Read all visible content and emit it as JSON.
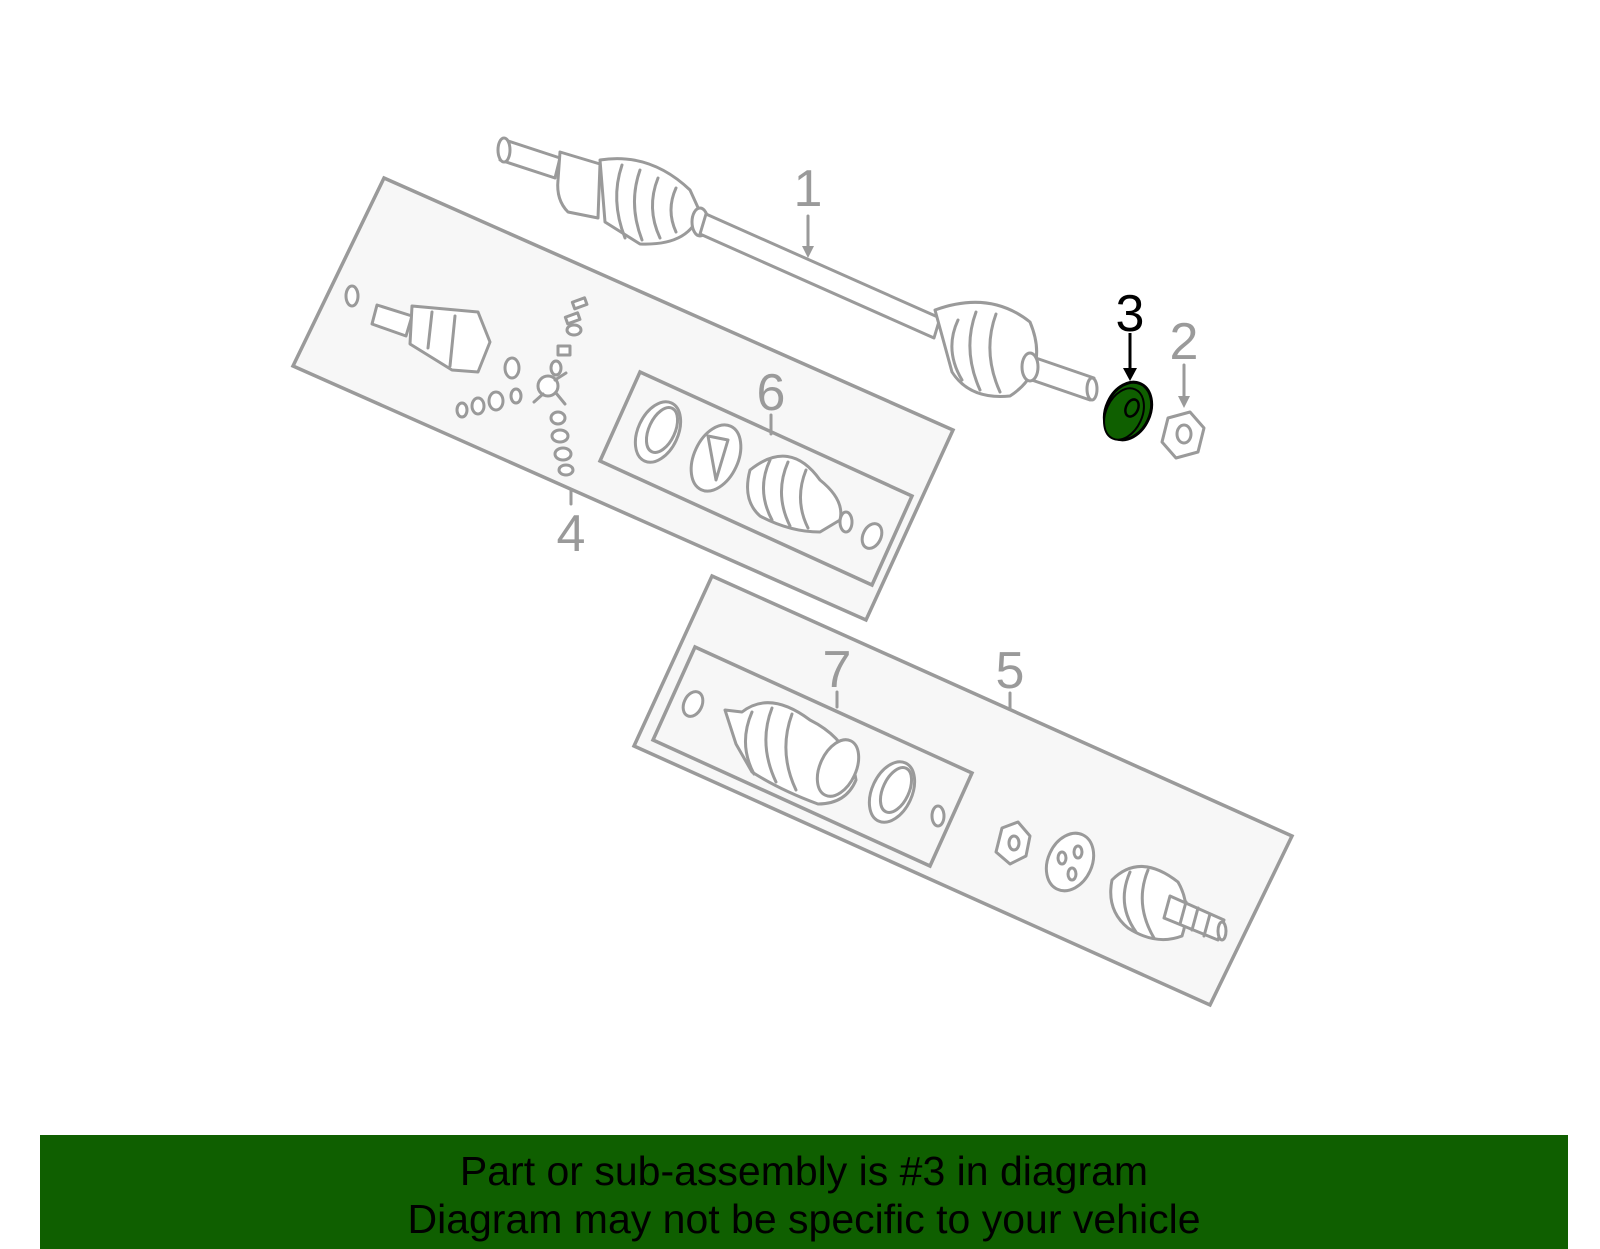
{
  "callouts": [
    {
      "id": "1",
      "label": "1"
    },
    {
      "id": "2",
      "label": "2"
    },
    {
      "id": "3",
      "label": "3",
      "highlighted": true
    },
    {
      "id": "4",
      "label": "4"
    },
    {
      "id": "5",
      "label": "5"
    },
    {
      "id": "6",
      "label": "6"
    },
    {
      "id": "7",
      "label": "7"
    }
  ],
  "banner": {
    "line1": "Part or sub-assembly is #3 in diagram",
    "line2": "Diagram may not be specific to your vehicle"
  },
  "colors": {
    "line": "#9a9a9a",
    "highlight_part": "#0f5f00",
    "banner_bg": "#0f5f00",
    "panel_fill": "#f7f7f7"
  }
}
